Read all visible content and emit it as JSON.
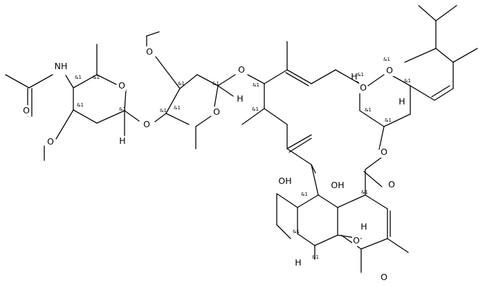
{
  "molecule": {
    "atoms": [
      {
        "symbol": "NH"
      },
      {
        "symbol": "O"
      },
      {
        "symbol": "O"
      },
      {
        "symbol": "O"
      },
      {
        "symbol": "O"
      },
      {
        "symbol": "O"
      },
      {
        "symbol": "O"
      },
      {
        "symbol": "O"
      },
      {
        "symbol": "O"
      },
      {
        "symbol": "O"
      },
      {
        "symbol": "O"
      },
      {
        "symbol": "O"
      },
      {
        "symbol": "O"
      },
      {
        "symbol": "OH"
      },
      {
        "symbol": "O"
      },
      {
        "symbol": "OH"
      }
    ],
    "stereo_label": "&1",
    "hydrogen_label": "H"
  }
}
